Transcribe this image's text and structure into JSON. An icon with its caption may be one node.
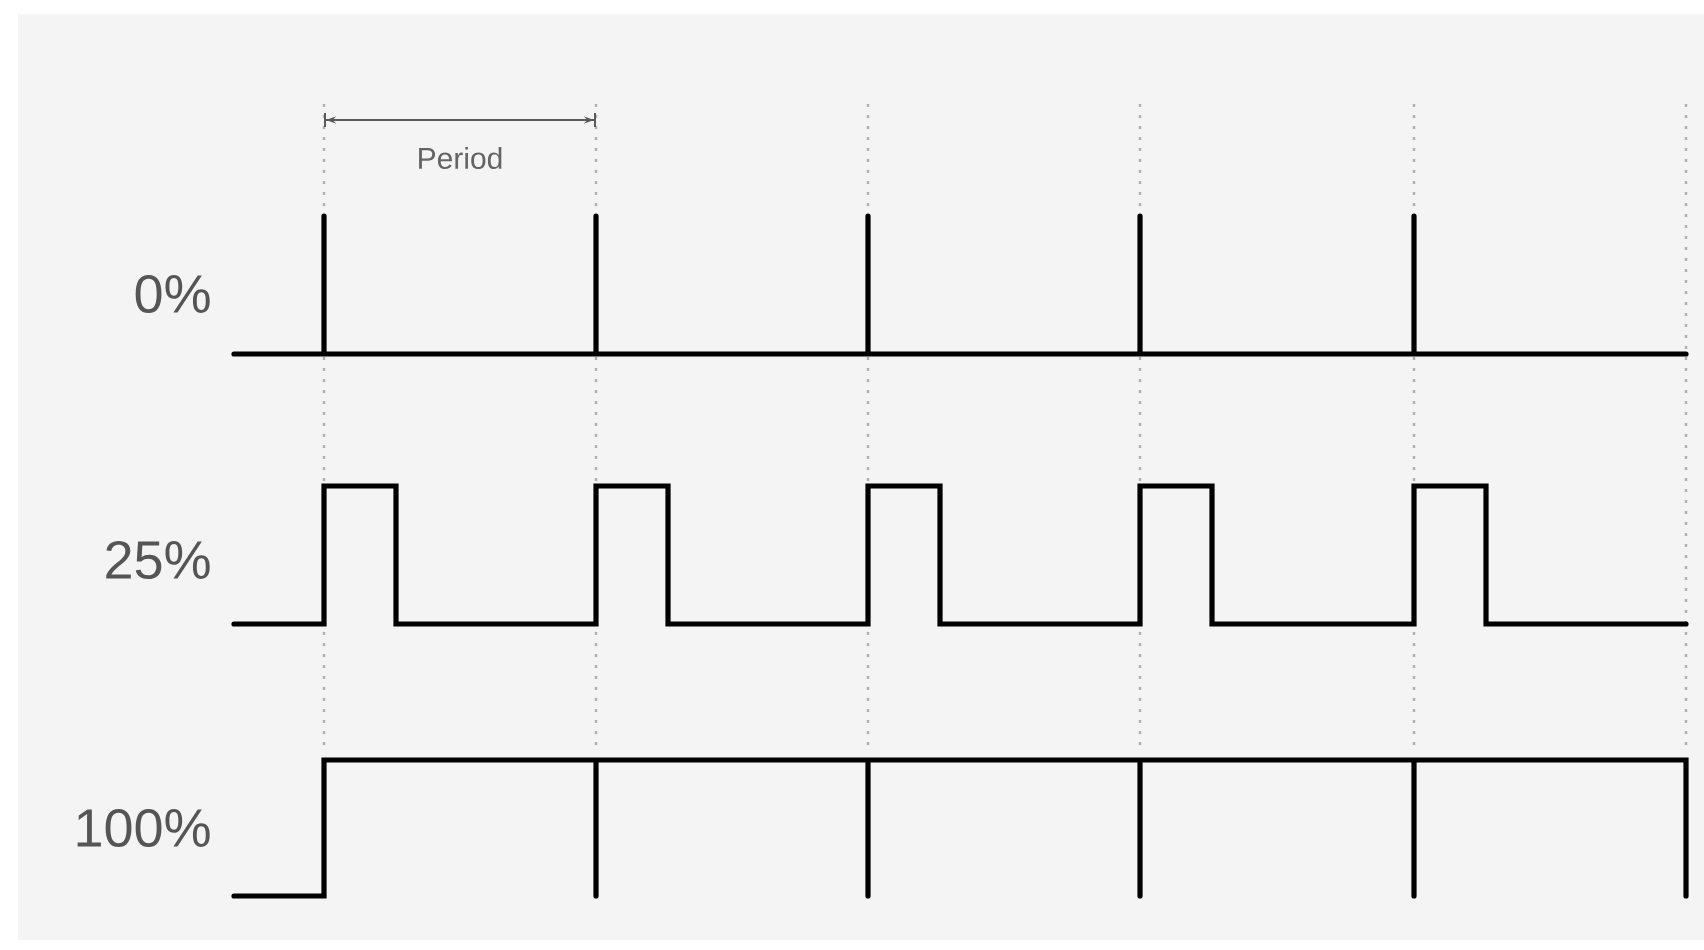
{
  "diagram": {
    "labels": [
      "Period",
      "0%",
      "25%",
      "100%"
    ]
  }
}
